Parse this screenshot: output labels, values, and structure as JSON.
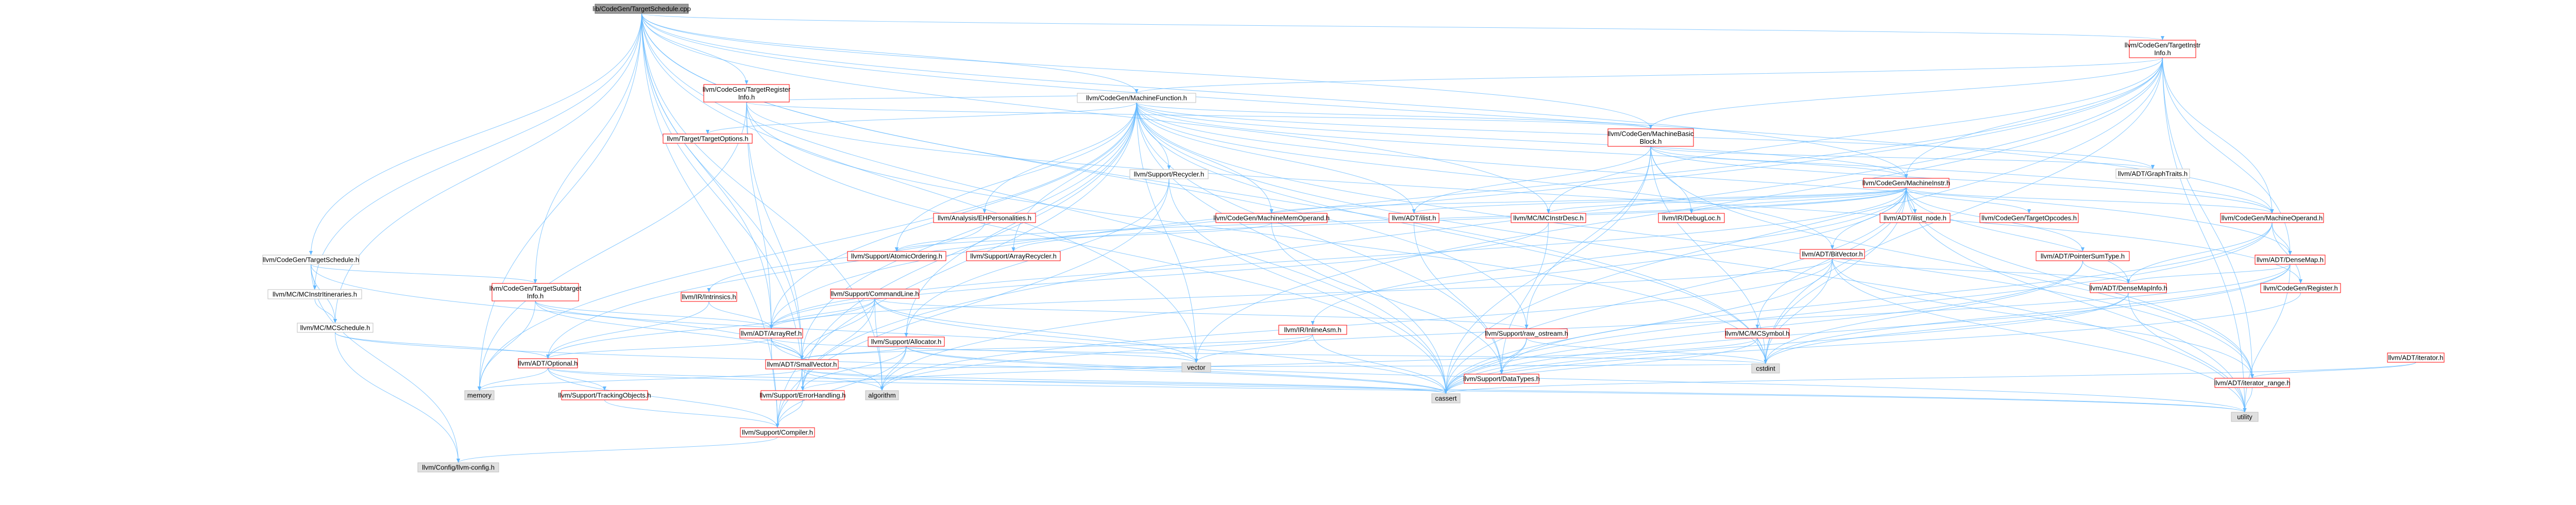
{
  "colors": {
    "root_fill": "#999999",
    "root_border": "#666666",
    "red_border": "#ff0000",
    "gray_border": "#bfbfbf",
    "node_fill": "#ffffff",
    "external_fill": "#e0e0e0",
    "edge": "#63b8ff"
  },
  "nodes": [
    {
      "id": "root",
      "lines": [
        "lib/CodeGen/TargetSchedule.cpp"
      ],
      "style": "root"
    },
    {
      "id": "tii",
      "lines": [
        "llvm/CodeGen/TargetInstr",
        "Info.h"
      ],
      "style": "red"
    },
    {
      "id": "tri",
      "lines": [
        "llvm/CodeGen/TargetRegister",
        "Info.h"
      ],
      "style": "red"
    },
    {
      "id": "mf",
      "lines": [
        "llvm/CodeGen/MachineFunction.h"
      ],
      "style": "gray"
    },
    {
      "id": "to",
      "lines": [
        "llvm/Target/TargetOptions.h"
      ],
      "style": "red"
    },
    {
      "id": "mbb",
      "lines": [
        "llvm/CodeGen/MachineBasic",
        "Block.h"
      ],
      "style": "red"
    },
    {
      "id": "graphtraits",
      "lines": [
        "llvm/ADT/GraphTraits.h"
      ],
      "style": "gray"
    },
    {
      "id": "recycler",
      "lines": [
        "llvm/Support/Recycler.h"
      ],
      "style": "gray"
    },
    {
      "id": "mi",
      "lines": [
        "llvm/CodeGen/MachineInstr.h"
      ],
      "style": "red"
    },
    {
      "id": "ehpers",
      "lines": [
        "llvm/Analysis/EHPersonalities.h"
      ],
      "style": "red"
    },
    {
      "id": "ilist",
      "lines": [
        "llvm/ADT/ilist.h"
      ],
      "style": "red"
    },
    {
      "id": "mcinstrdesc",
      "lines": [
        "llvm/MC/MCInstrDesc.h"
      ],
      "style": "red"
    },
    {
      "id": "debugloc",
      "lines": [
        "llvm/IR/DebugLoc.h"
      ],
      "style": "red"
    },
    {
      "id": "ilistnode",
      "lines": [
        "llvm/ADT/ilist_node.h"
      ],
      "style": "red"
    },
    {
      "id": "targetopcodes",
      "lines": [
        "llvm/CodeGen/TargetOpcodes.h"
      ],
      "style": "red"
    },
    {
      "id": "mo",
      "lines": [
        "llvm/CodeGen/MachineOperand.h"
      ],
      "style": "red"
    },
    {
      "id": "mmo",
      "lines": [
        "llvm/CodeGen/MachineMemOperand.h"
      ],
      "style": "red"
    },
    {
      "id": "atomicordering",
      "lines": [
        "llvm/Support/AtomicOrdering.h"
      ],
      "style": "red"
    },
    {
      "id": "arrayrecycler",
      "lines": [
        "llvm/Support/ArrayRecycler.h"
      ],
      "style": "red"
    },
    {
      "id": "bitvector",
      "lines": [
        "llvm/ADT/BitVector.h"
      ],
      "style": "red"
    },
    {
      "id": "pointersumtype",
      "lines": [
        "llvm/ADT/PointerSumType.h"
      ],
      "style": "red"
    },
    {
      "id": "densemap",
      "lines": [
        "llvm/ADT/DenseMap.h"
      ],
      "style": "red"
    },
    {
      "id": "register",
      "lines": [
        "llvm/CodeGen/Register.h"
      ],
      "style": "red"
    },
    {
      "id": "densemapinfo",
      "lines": [
        "llvm/ADT/DenseMapInfo.h"
      ],
      "style": "red"
    },
    {
      "id": "tsched",
      "lines": [
        "llvm/CodeGen/TargetSchedule.h"
      ],
      "style": "gray"
    },
    {
      "id": "mciilist",
      "lines": [
        "llvm/MC/MCInstrItineraries.h"
      ],
      "style": "gray"
    },
    {
      "id": "mcsched",
      "lines": [
        "llvm/MC/MCSchedule.h"
      ],
      "style": "gray"
    },
    {
      "id": "tsub",
      "lines": [
        "llvm/CodeGen/TargetSubtarget",
        "Info.h"
      ],
      "style": "red"
    },
    {
      "id": "intrinsics",
      "lines": [
        "llvm/IR/Intrinsics.h"
      ],
      "style": "red"
    },
    {
      "id": "cmdline",
      "lines": [
        "llvm/Support/CommandLine.h"
      ],
      "style": "red"
    },
    {
      "id": "inlineasm",
      "lines": [
        "llvm/IR/InlineAsm.h"
      ],
      "style": "red"
    },
    {
      "id": "rawostream",
      "lines": [
        "llvm/Support/raw_ostream.h"
      ],
      "style": "red"
    },
    {
      "id": "mcsymbol",
      "lines": [
        "llvm/MC/MCSymbol.h"
      ],
      "style": "red"
    },
    {
      "id": "arrayref",
      "lines": [
        "llvm/ADT/ArrayRef.h"
      ],
      "style": "red"
    },
    {
      "id": "allocator",
      "lines": [
        "llvm/Support/Allocator.h"
      ],
      "style": "red"
    },
    {
      "id": "optional",
      "lines": [
        "llvm/ADT/Optional.h"
      ],
      "style": "red"
    },
    {
      "id": "smallvector",
      "lines": [
        "llvm/ADT/SmallVector.h"
      ],
      "style": "red"
    },
    {
      "id": "vector",
      "lines": [
        "vector"
      ],
      "style": "ext"
    },
    {
      "id": "datatypes",
      "lines": [
        "llvm/Support/DataTypes.h"
      ],
      "style": "red"
    },
    {
      "id": "cstdint",
      "lines": [
        "cstdint"
      ],
      "style": "ext"
    },
    {
      "id": "iteratorrange",
      "lines": [
        "llvm/ADT/iterator_range.h"
      ],
      "style": "red"
    },
    {
      "id": "iterator",
      "lines": [
        "llvm/ADT/iterator.h"
      ],
      "style": "red"
    },
    {
      "id": "memory",
      "lines": [
        "memory"
      ],
      "style": "ext"
    },
    {
      "id": "tracingobj",
      "lines": [
        "llvm/Support/TrackingObjects.h"
      ],
      "style": "red"
    },
    {
      "id": "errorhandling",
      "lines": [
        "llvm/Support/ErrorHandling.h"
      ],
      "style": "red"
    },
    {
      "id": "algorithm",
      "lines": [
        "algorithm"
      ],
      "style": "ext"
    },
    {
      "id": "cassert",
      "lines": [
        "cassert"
      ],
      "style": "ext"
    },
    {
      "id": "compiler",
      "lines": [
        "llvm/Support/Compiler.h"
      ],
      "style": "red"
    },
    {
      "id": "utility",
      "lines": [
        "utility"
      ],
      "style": "ext"
    },
    {
      "id": "llvmconfig",
      "lines": [
        "llvm/Config/llvm-config.h"
      ],
      "style": "ext"
    }
  ]
}
